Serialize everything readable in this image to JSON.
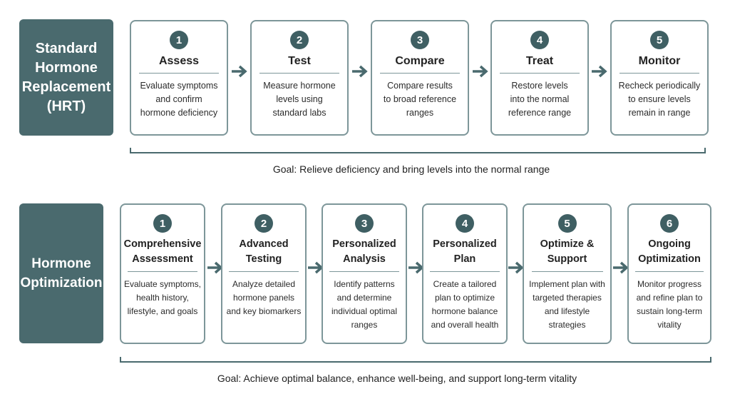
{
  "hrt": {
    "label": "Standard\nHormone\nReplacement\n(HRT)",
    "steps": [
      {
        "number": "1",
        "title": "Assess",
        "desc": "Evaluate symptoms\nand confirm\nhormone deficiency"
      },
      {
        "number": "2",
        "title": "Test",
        "desc": "Measure hormone\nlevels using\nstandard labs"
      },
      {
        "number": "3",
        "title": "Compare",
        "desc": "Compare results\nto broad reference\nranges"
      },
      {
        "number": "4",
        "title": "Treat",
        "desc": "Restore levels\ninto the normal\nreference range"
      },
      {
        "number": "5",
        "title": "Monitor",
        "desc": "Recheck periodically\nto ensure levels\nremain in range"
      }
    ],
    "goal": "Goal: Relieve deficiency and bring levels into the normal range"
  },
  "optimization": {
    "label": "Hormone\nOptimization",
    "steps": [
      {
        "number": "1",
        "title": "Comprehensive\nAssessment",
        "desc": "Evaluate symptoms,\nhealth history,\nlifestyle, and goals"
      },
      {
        "number": "2",
        "title": "Advanced\nTesting",
        "desc": "Analyze detailed\nhormone panels\nand key biomarkers"
      },
      {
        "number": "3",
        "title": "Personalized\nAnalysis",
        "desc": "Identify patterns\nand determine\nindividual optimal\nranges"
      },
      {
        "number": "4",
        "title": "Personalized\nPlan",
        "desc": "Create a tailored\nplan to optimize\nhormone balance\nand overall health"
      },
      {
        "number": "5",
        "title": "Optimize &\nSupport",
        "desc": "Implement plan with\ntargeted therapies\nand lifestyle\nstrategies"
      },
      {
        "number": "6",
        "title": "Ongoing\nOptimization",
        "desc": "Monitor progress\nand refine plan to\nsustain long-term\nvitality"
      }
    ],
    "goal": "Goal: Achieve optimal balance, enhance well-being, and support long-term vitality"
  },
  "colors": {
    "accent": "#4a6a6e",
    "badge": "#3f5f63",
    "card_border": "#7d9699"
  }
}
